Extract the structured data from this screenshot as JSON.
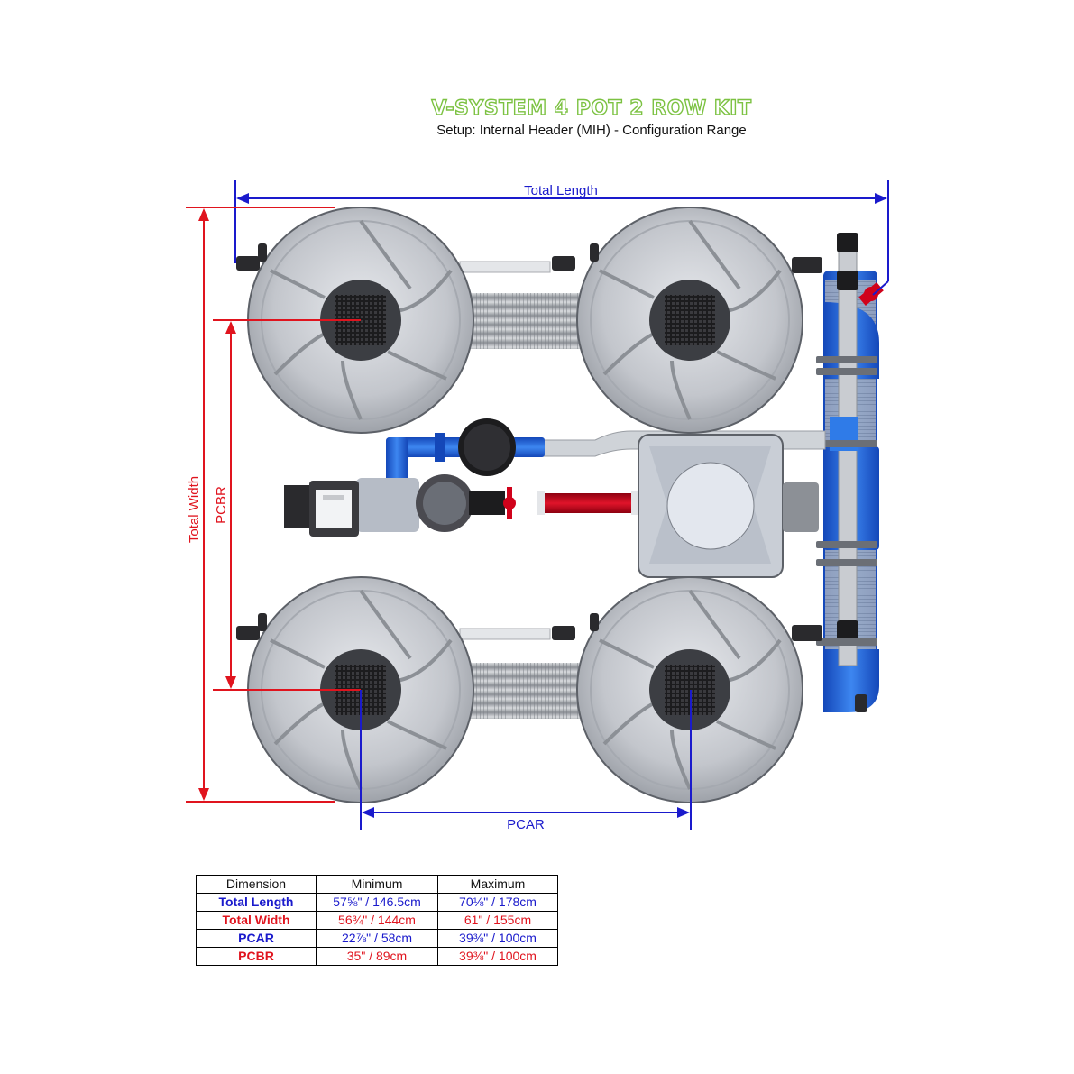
{
  "header": {
    "title": "V-SYSTEM 4 POT 2 ROW KIT",
    "subtitle": "Setup: Internal Header (MIH) - Configuration Range"
  },
  "dimensions": {
    "total_length": "Total Length",
    "total_width": "Total Width",
    "pcbr": "PCBR",
    "pcar": "PCAR"
  },
  "colors": {
    "title_green": "#7cc242",
    "dim_blue": "#1a1acc",
    "dim_red": "#e0141e",
    "pipe_blue": "#1f5fd6",
    "valve_red": "#d0021b",
    "pot_grey": "#b9bcc3"
  },
  "table": {
    "headers": [
      "Dimension",
      "Minimum",
      "Maximum"
    ],
    "rows": [
      {
        "dimension": "Total Length",
        "minimum": "57⅝\" / 146.5cm",
        "maximum": "70⅛\" / 178cm",
        "color": "blue"
      },
      {
        "dimension": "Total Width",
        "minimum": "56¾\" / 144cm",
        "maximum": "61\" / 155cm",
        "color": "red"
      },
      {
        "dimension": "PCAR",
        "minimum": "22⅞\" / 58cm",
        "maximum": "39⅜\" / 100cm",
        "color": "blue"
      },
      {
        "dimension": "PCBR",
        "minimum": "35\" / 89cm",
        "maximum": "39⅜\" / 100cm",
        "color": "red"
      }
    ]
  }
}
